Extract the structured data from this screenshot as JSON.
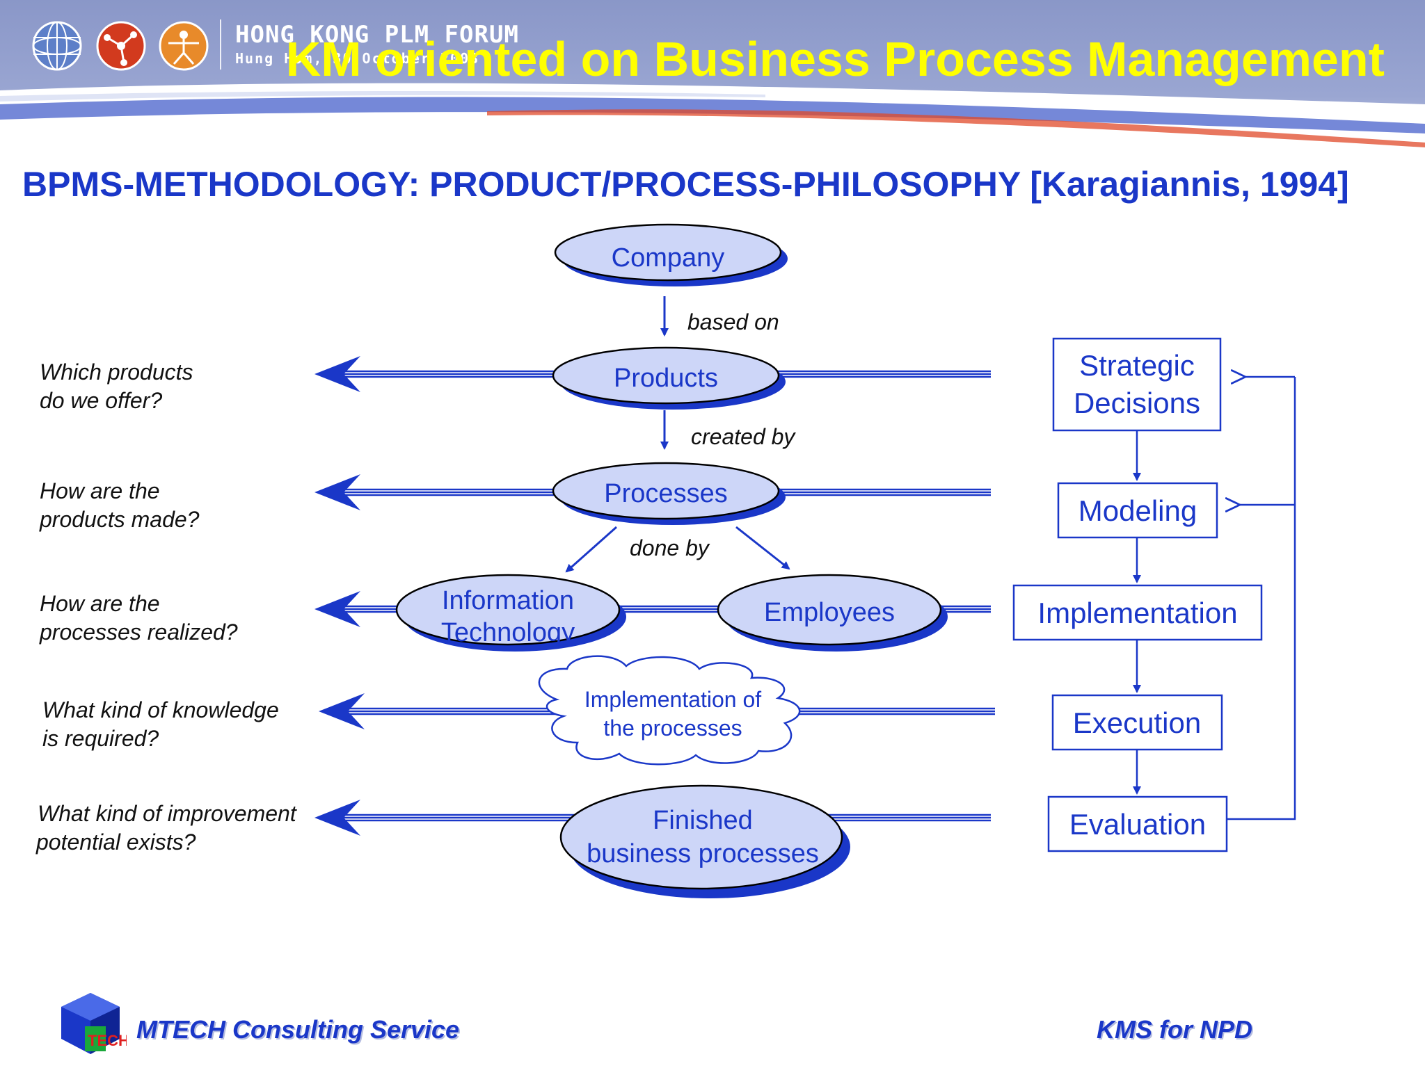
{
  "header": {
    "forum_title": "HONG KONG PLM FORUM",
    "forum_subtitle": "Hung Hom, 30 October 2003",
    "slide_title": "KM oriented on Business Process Management"
  },
  "subtitle": "BPMS-METHODOLOGY: PRODUCT/PROCESS-PHILOSOPHY [Karagiannis, 1994]",
  "diagram": {
    "nodes": {
      "company": "Company",
      "products": "Products",
      "processes": "Processes",
      "it_line1": "Information",
      "it_line2": "Technology",
      "employees": "Employees",
      "impl_line1": "Implementation of",
      "impl_line2": "the processes",
      "finished_line1": "Finished",
      "finished_line2": "business processes"
    },
    "edge_labels": {
      "based_on": "based on",
      "created_by": "created by",
      "done_by": "done by"
    },
    "questions": [
      {
        "line1": "Which products",
        "line2": "do we offer?"
      },
      {
        "line1": "How are the",
        "line2": "products made?"
      },
      {
        "line1": "How are the",
        "line2": "processes realized?"
      },
      {
        "line1": "What kind of knowledge",
        "line2": "is required?"
      },
      {
        "line1": "What kind of improvement",
        "line2": "potential exists?"
      }
    ],
    "cycle": {
      "strategic_line1": "Strategic",
      "strategic_line2": "Decisions",
      "modeling": "Modeling",
      "implementation": "Implementation",
      "execution": "Execution",
      "evaluation": "Evaluation"
    }
  },
  "footer": {
    "company": "MTECH Consulting Service",
    "doc": "KMS for NPD"
  },
  "colors": {
    "accent_blue": "#1a37c8",
    "node_fill": "#cdd6f8",
    "title_yellow": "#ffff00",
    "header_bg": "#8a97c8"
  }
}
